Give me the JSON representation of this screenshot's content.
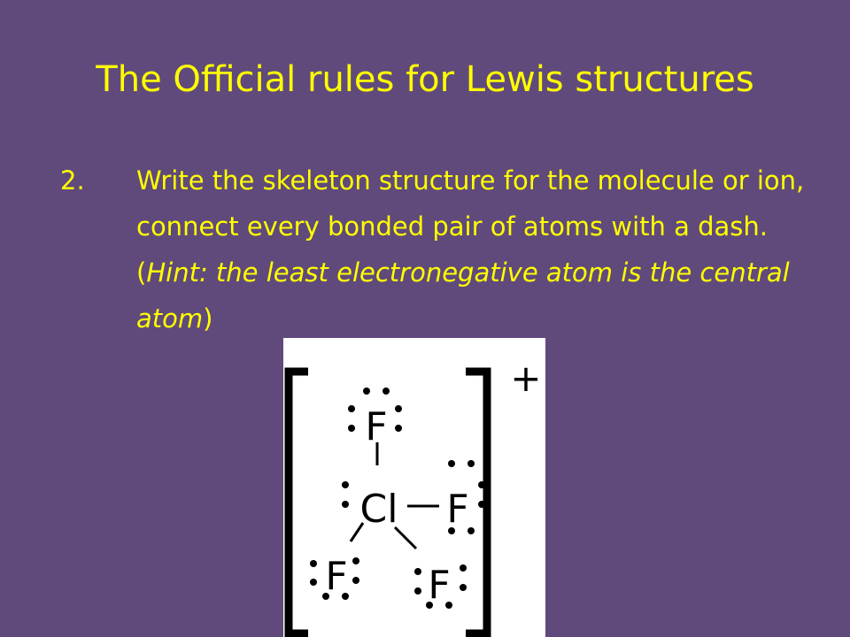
{
  "slide": {
    "title": "The Official rules for Lewis structures",
    "rule_number": "2.",
    "rule_text_plain": "Write the skeleton structure for the molecule or ion, connect every bonded pair of atoms with a dash.  (",
    "rule_hint": "Hint:  the least electronegative atom is the central atom",
    "rule_close": ")"
  },
  "structure": {
    "central_atom": "Cl",
    "top_atom": "F",
    "right_atom": "F",
    "lower_left_atom": "F",
    "lower_right_atom": "F",
    "charge": "+"
  },
  "colors": {
    "background": "#604a7b",
    "text": "#ffff00",
    "figure_background": "#ffffff"
  }
}
